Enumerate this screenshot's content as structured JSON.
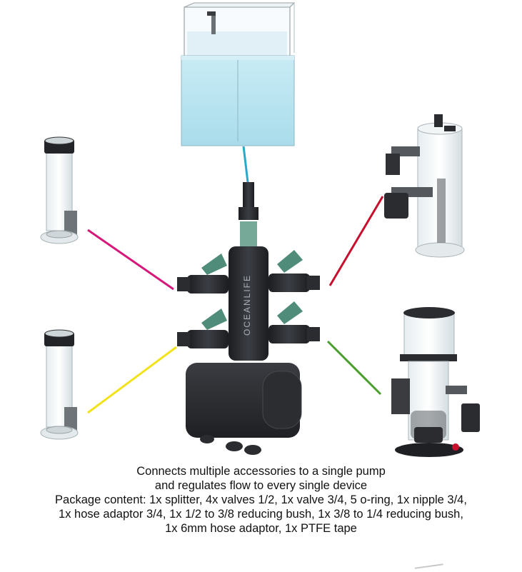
{
  "caption": {
    "line1": "Connects multiple accessories to a single pump",
    "line2": "and regulates flow to every single device",
    "line3": "Package content: 1x splitter, 4x valves 1/2, 1x valve 3/4, 5 o-ring, 1x nipple 3/4,",
    "line4": "1x hose adaptor 3/4, 1x 1/2 to 3/8 reducing bush, 1x 3/8 to 1/4 reducing bush,",
    "line5": "1x 6mm hose adaptor, 1x PTFE tape"
  },
  "splitter_brand_text": "OCEANLIFE",
  "colors": {
    "aquarium_line": "#29a9c9",
    "reactor_top_left_line": "#d6187a",
    "reactor_bottom_left_line": "#f2e21b",
    "reactor_top_right_line": "#c8102e",
    "skimmer_line": "#4a9e2b",
    "valve_green": "#4f8c79",
    "body_dark": "#2b2d31",
    "acrylic": "#dce9ee",
    "water": "#bfe4ef"
  }
}
